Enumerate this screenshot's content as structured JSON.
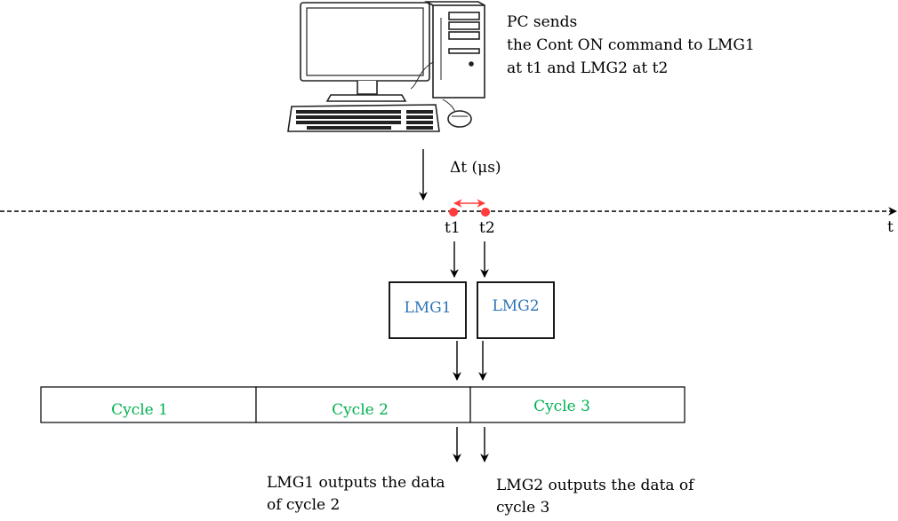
{
  "pc_caption": {
    "line1": "PC sends",
    "line2": "the Cont ON command to LMG1",
    "line3": "at t1 and LMG2 at t2"
  },
  "delta_label": "Δt (μs)",
  "time_axis": {
    "axis_label": "t",
    "t1_label": "t1",
    "t2_label": "t2"
  },
  "devices": {
    "lmg1": "LMG1",
    "lmg2": "LMG2"
  },
  "cycles": [
    "Cycle 1",
    "Cycle 2",
    "Cycle 3"
  ],
  "outputs": {
    "lmg1_line1": "LMG1 outputs the data",
    "lmg1_line2": "of cycle 2",
    "lmg2_line1": "LMG2 outputs the data of",
    "lmg2_line2": "cycle 3"
  },
  "colors": {
    "device_text": "#2e74b5",
    "cycle_text": "#00b050",
    "marker": "#ff3b3b",
    "line": "#000000"
  }
}
